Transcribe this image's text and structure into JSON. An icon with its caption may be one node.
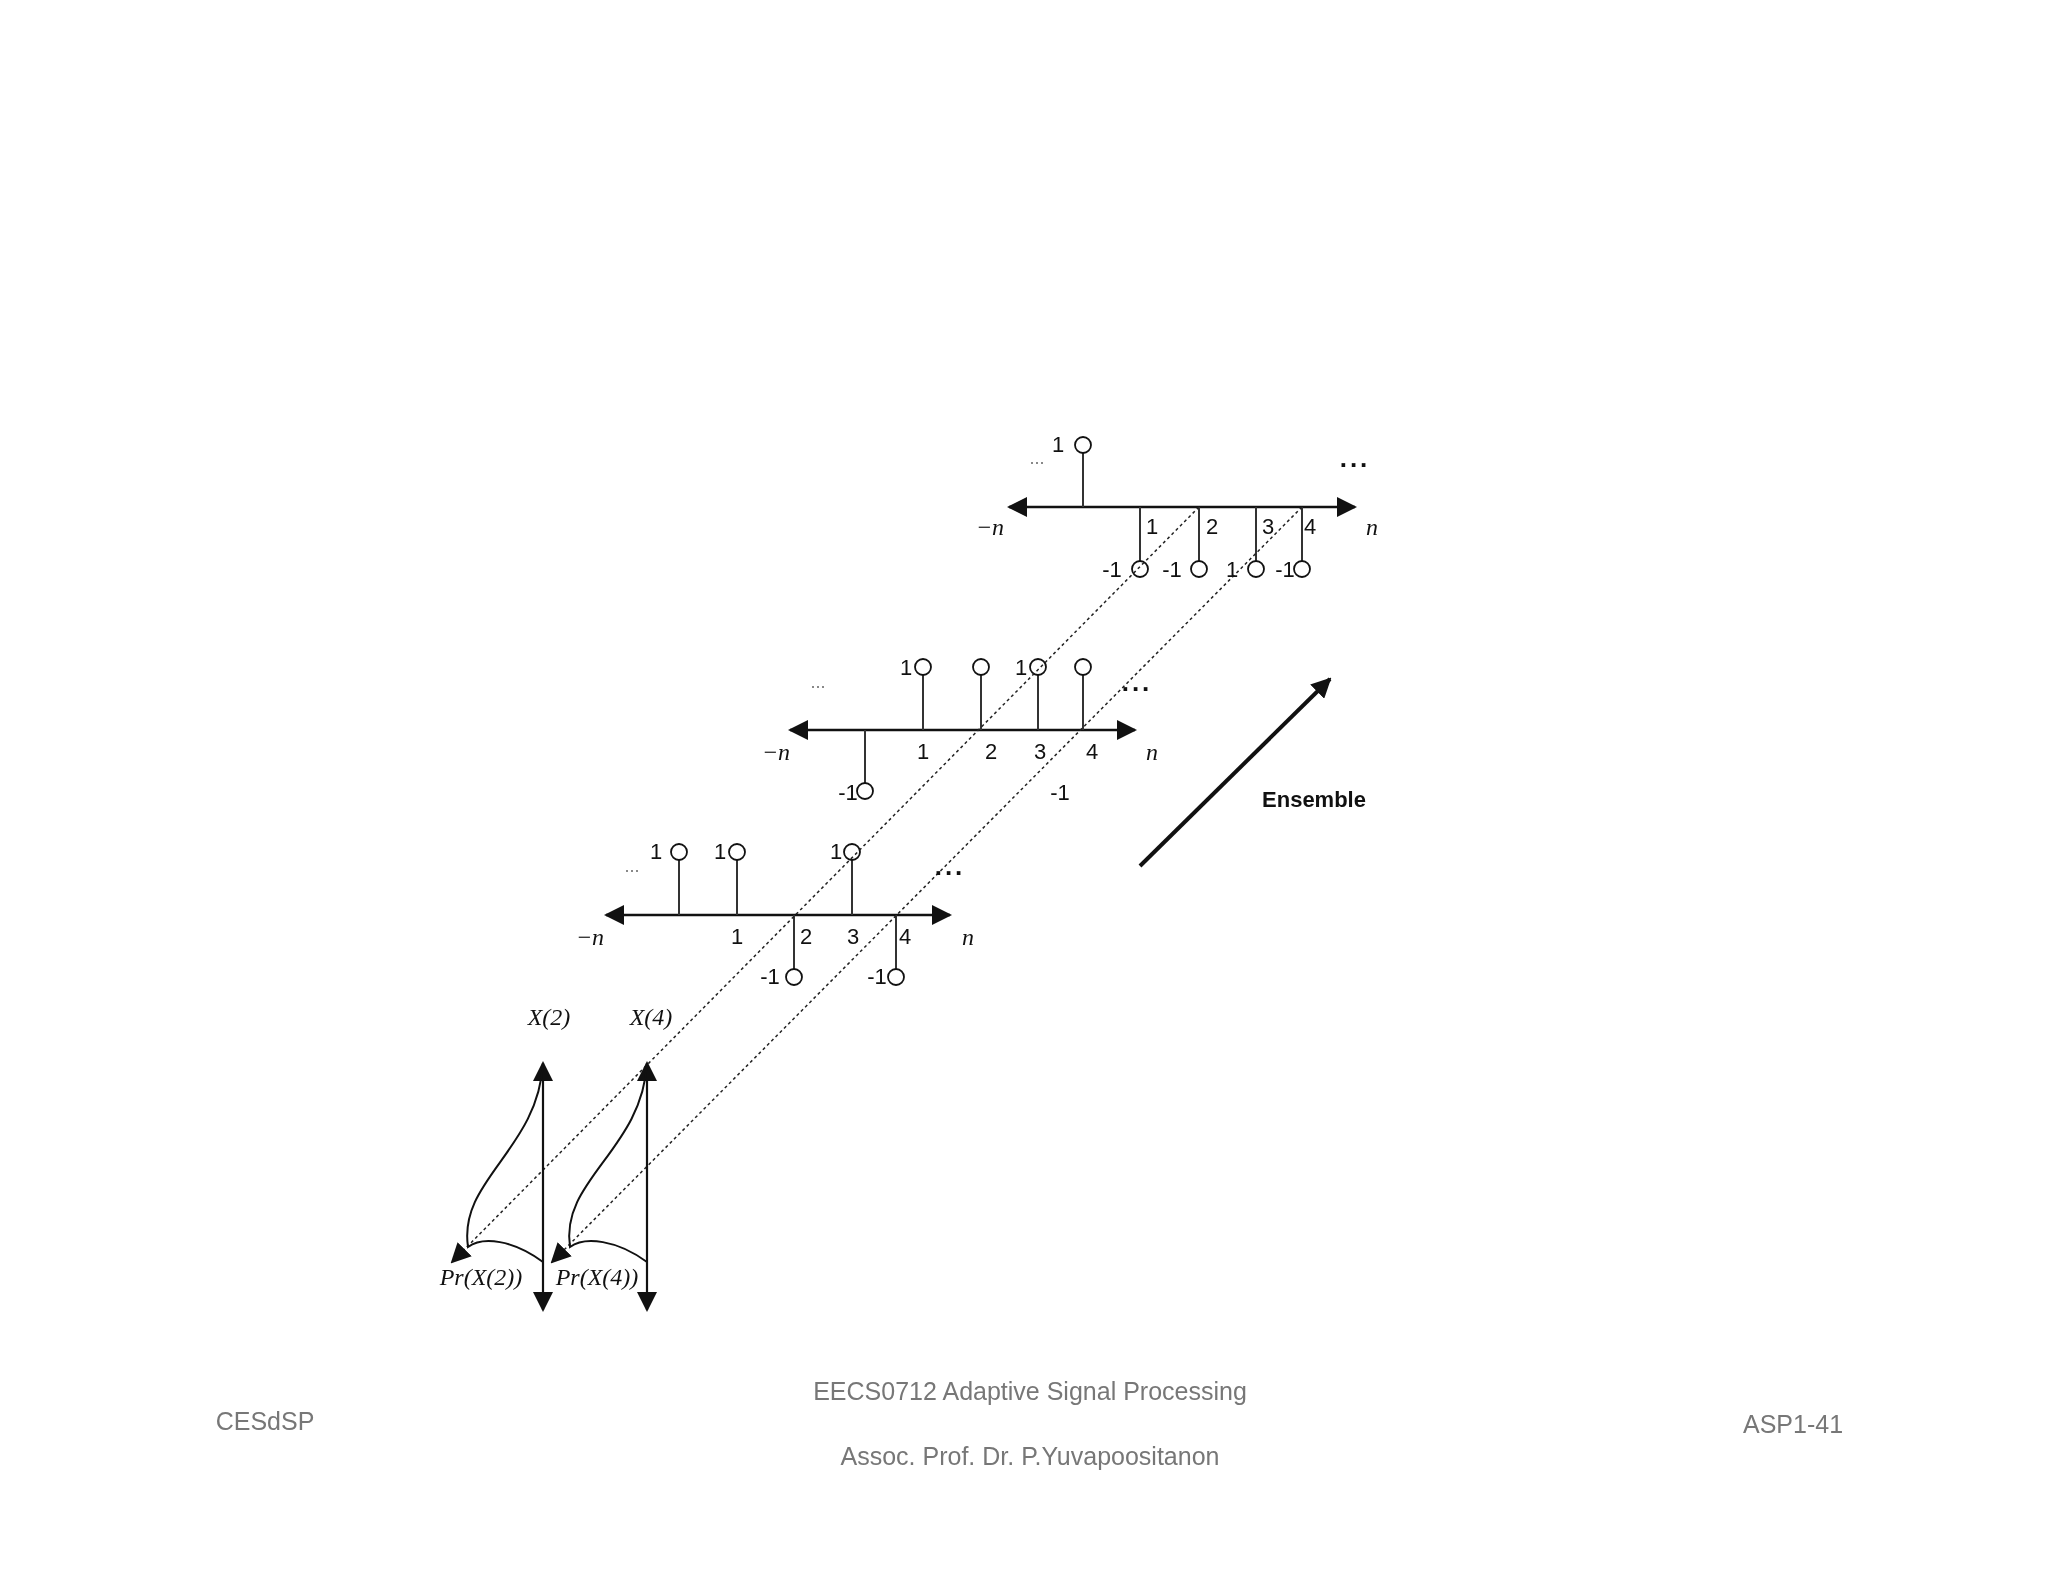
{
  "diagram": {
    "labels": [
      "...",
      "1",
      "...",
      "−n",
      "1",
      "2",
      "3",
      "4",
      "n",
      "-1",
      "-1",
      "1",
      "-1",
      "...",
      "1",
      "1",
      "...",
      "−n",
      "1",
      "2",
      "3",
      "4",
      "n",
      "-1",
      "-1",
      "Ensemble",
      "...",
      "1",
      "1",
      "1",
      "...",
      "−n",
      "1",
      "2",
      "3",
      "4",
      "n",
      "-1",
      "-1",
      "X(2)",
      "X(4)",
      "Pr(X(2))",
      "Pr(X(4))",
      "CESdSP",
      "EECS0712 Adaptive Signal Processing",
      "Assoc. Prof. Dr. P.Yuvapoositanon",
      "ASP1-41"
    ]
  }
}
